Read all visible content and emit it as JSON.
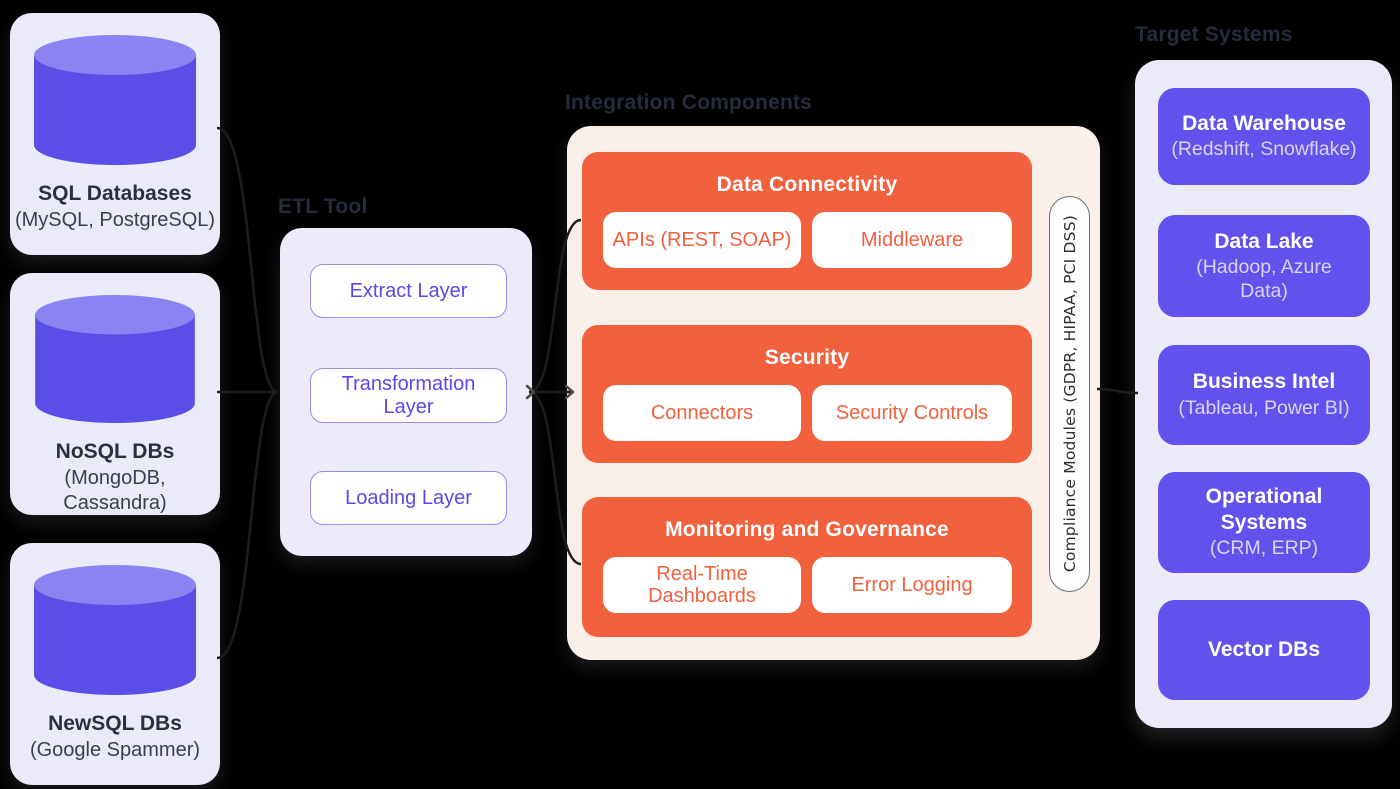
{
  "colors": {
    "background": "#000000",
    "card_lavender": "#EBEAF8",
    "cream": "#FBF0E9",
    "orange": "#F2603D",
    "purple": "#6152EE",
    "cylinder_body": "#5B4DE8",
    "cylinder_top": "#8C83F3",
    "etl_text": "#5A49E9",
    "title_dark": "#262B3D"
  },
  "sources": {
    "cards": [
      {
        "title": "SQL Databases",
        "subtitle": "(MySQL, PostgreSQL)"
      },
      {
        "title": "NoSQL DBs",
        "subtitle": "(MongoDB,\nCassandra)"
      },
      {
        "title": "NewSQL DBs",
        "subtitle": "(Google Spammer)"
      }
    ]
  },
  "etl": {
    "title": "ETL Tool",
    "layers": [
      {
        "label": "Extract Layer"
      },
      {
        "label": "Transformation\nLayer"
      },
      {
        "label": "Loading Layer"
      }
    ]
  },
  "integration": {
    "title": "Integration Components",
    "groups": [
      {
        "title": "Data Connectivity",
        "items": [
          "APIs (REST, SOAP)",
          "Middleware"
        ]
      },
      {
        "title": "Security",
        "items": [
          "Connectors",
          "Security Controls"
        ]
      },
      {
        "title": "Monitoring and Governance",
        "items": [
          "Real-Time\nDashboards",
          "Error Logging"
        ]
      }
    ],
    "compliance_label": "Compliance Modules (GDPR, HIPAA, PCI DSS)"
  },
  "targets": {
    "title": "Target Systems",
    "systems": [
      {
        "title": "Data Warehouse",
        "subtitle": "(Redshift, Snowflake)"
      },
      {
        "title": "Data Lake",
        "subtitle": "(Hadoop, Azure\nData)"
      },
      {
        "title": "Business Intel",
        "subtitle": "(Tableau, Power BI)"
      },
      {
        "title": "Operational\nSystems",
        "subtitle": "(CRM, ERP)"
      },
      {
        "title": "Vector DBs",
        "subtitle": ""
      }
    ]
  }
}
